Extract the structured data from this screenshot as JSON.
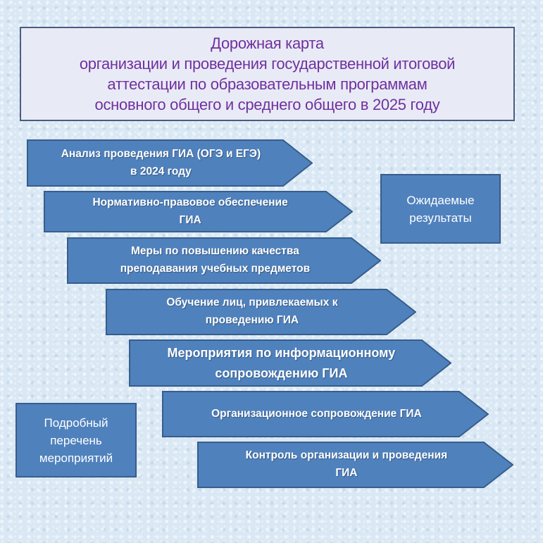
{
  "title": {
    "lines": [
      "Дорожная карта",
      "организации и проведения  государственной итоговой",
      "аттестации по образовательным программам",
      "основного общего и среднего общего в 2025 году"
    ]
  },
  "steps": [
    {
      "lines": [
        "Анализ проведения ГИА (ОГЭ и ЕГЭ)",
        "в 2024 году"
      ]
    },
    {
      "lines": [
        "Нормативно-правовое  обеспечение",
        "ГИА"
      ]
    },
    {
      "lines": [
        "Меры по повышению  качества",
        "преподавания  учебных предметов"
      ]
    },
    {
      "lines": [
        "Обучение лиц, привлекаемых к",
        "проведению ГИА"
      ]
    },
    {
      "lines": [
        "Мероприятия по информационному",
        "сопровождению  ГИА"
      ]
    },
    {
      "lines": [
        "Организационное  сопровождение  ГИА"
      ]
    },
    {
      "lines": [
        "Контроль  организации  и проведения",
        "ГИА"
      ]
    }
  ],
  "expected_results": {
    "lines": [
      "Ожидаемые",
      "результаты"
    ]
  },
  "detailed_list": {
    "lines": [
      "Подробный",
      "перечень",
      "мероприятий"
    ]
  },
  "colors": {
    "arrow_fill": "#4f81bd",
    "arrow_border": "#385d8a",
    "title_text": "#7030a0"
  }
}
